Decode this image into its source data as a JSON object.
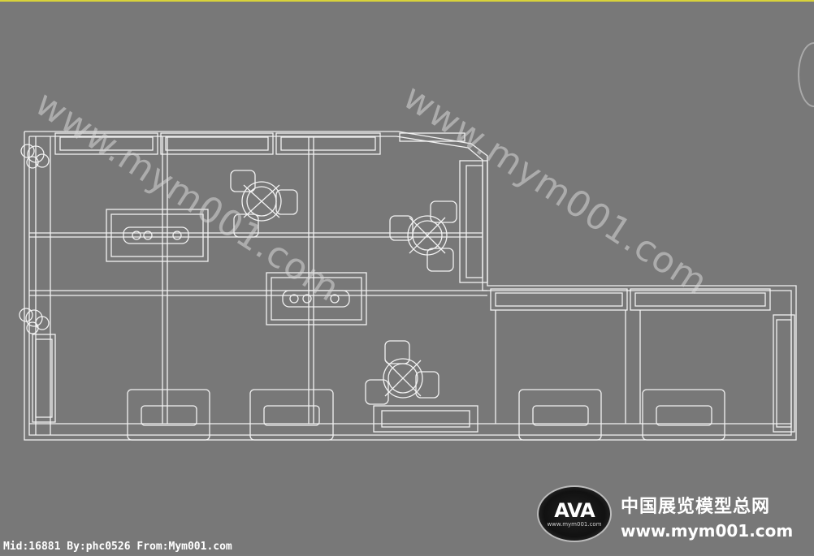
{
  "watermark": {
    "text": "www.mym001.com"
  },
  "footer": {
    "info": "Mid:16881 By:phc0526 From:Mym001.com"
  },
  "brand": {
    "name_cn": "中国展览模型总网",
    "url": "www.mym001.com",
    "logo_mark": "AVA",
    "logo_sub": "www.mym001.com"
  },
  "colors": {
    "background": "#787878",
    "lines": "#ffffff",
    "top_border": "#d8d23a"
  },
  "icons": {
    "nav_ring": "viewcube-ring-icon",
    "logo": "ava-logo-icon"
  }
}
